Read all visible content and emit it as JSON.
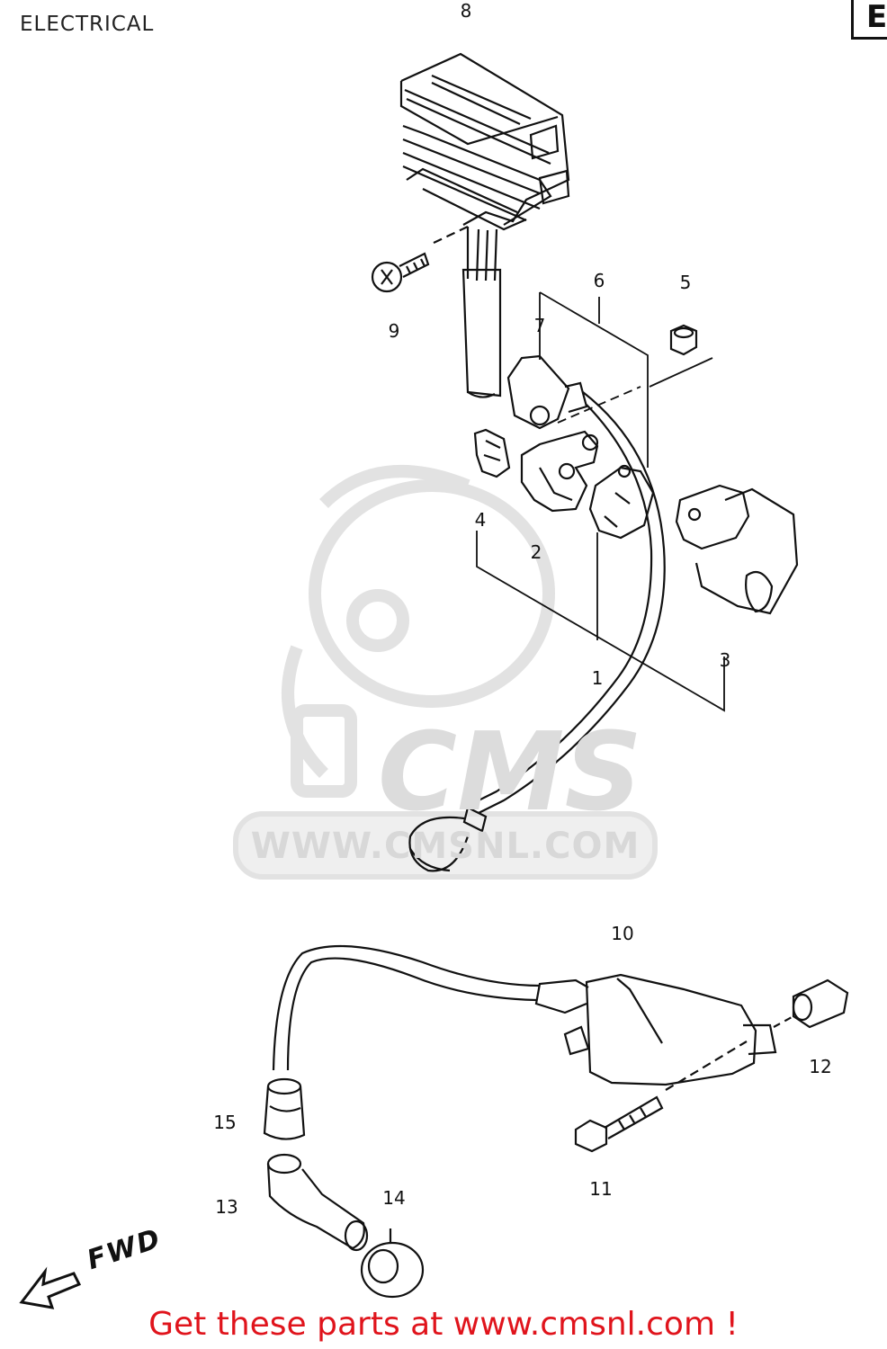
{
  "title": "ELECTRICAL",
  "corner_tab_letter": "E",
  "callouts": {
    "c1": "1",
    "c2": "2",
    "c3": "3",
    "c4": "4",
    "c5": "5",
    "c6": "6",
    "c7": "7",
    "c8": "8",
    "c9": "9",
    "c10": "10",
    "c11": "11",
    "c12": "12",
    "c13": "13",
    "c14": "14",
    "c15": "15"
  },
  "fwd_label": "FWD",
  "watermark": {
    "brand": "CMS",
    "url": "WWW.CMSNL.COM"
  },
  "footer_text": "Get these parts at www.cmsnl.com !",
  "colors": {
    "footer": "#e0141c",
    "line": "#111111",
    "watermark": "#d8d8d8"
  }
}
